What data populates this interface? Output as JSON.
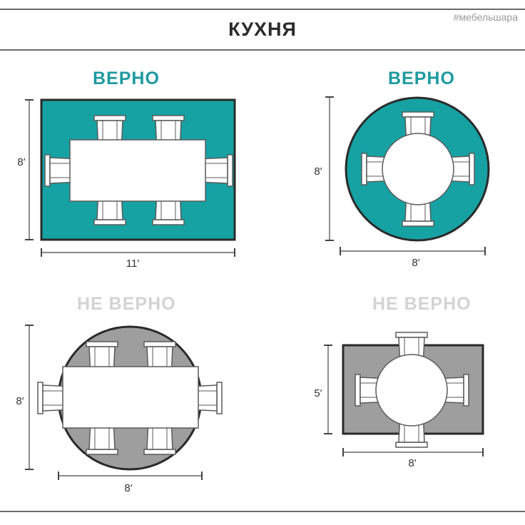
{
  "header": {
    "title": "КУХНЯ",
    "hashtag": "#мебельшара"
  },
  "colors": {
    "teal": "#16a2a3",
    "gray": "#9e9e9e",
    "dark": "#2a2a2a",
    "chair_stroke": "#5a5a5a",
    "good_label": "#1e9aa0",
    "bad_label": "#d3d3d3"
  },
  "panels": {
    "top_left": {
      "verdict": "ВЕРНО",
      "height_label": "8′",
      "width_label": "11′",
      "rug": "rectangle",
      "rug_color": "teal",
      "table": "rectangle"
    },
    "top_right": {
      "verdict": "ВЕРНО",
      "height_label": "8′",
      "width_label": "8′",
      "rug": "circle",
      "rug_color": "teal",
      "table": "circle"
    },
    "bottom_left": {
      "verdict": "НЕ ВЕРНО",
      "height_label": "8′",
      "width_label": "8′",
      "rug": "circle",
      "rug_color": "gray",
      "table": "rectangle"
    },
    "bottom_right": {
      "verdict": "НЕ ВЕРНО",
      "height_label": "5′",
      "width_label": "8′",
      "rug": "rectangle",
      "rug_color": "gray",
      "table": "circle"
    }
  }
}
